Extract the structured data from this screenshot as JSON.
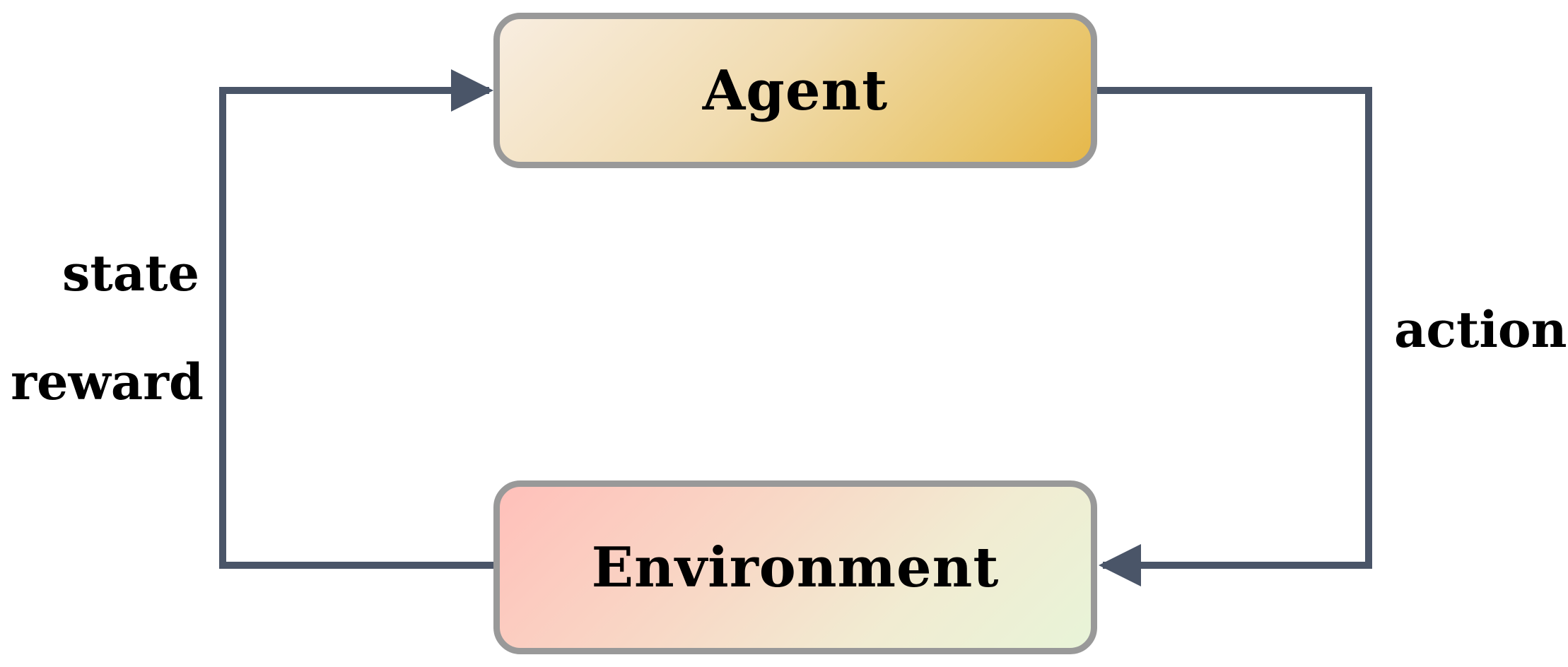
{
  "diagram": {
    "nodes": {
      "agent": {
        "label": "Agent"
      },
      "environment": {
        "label": "Environment"
      }
    },
    "edges": {
      "feedback": {
        "labels": [
          "state",
          "reward"
        ],
        "from": "Environment",
        "to": "Agent"
      },
      "action": {
        "label": "action",
        "from": "Agent",
        "to": "Environment"
      }
    },
    "colors": {
      "line": "#4a5568",
      "box_border": "#999999"
    }
  }
}
